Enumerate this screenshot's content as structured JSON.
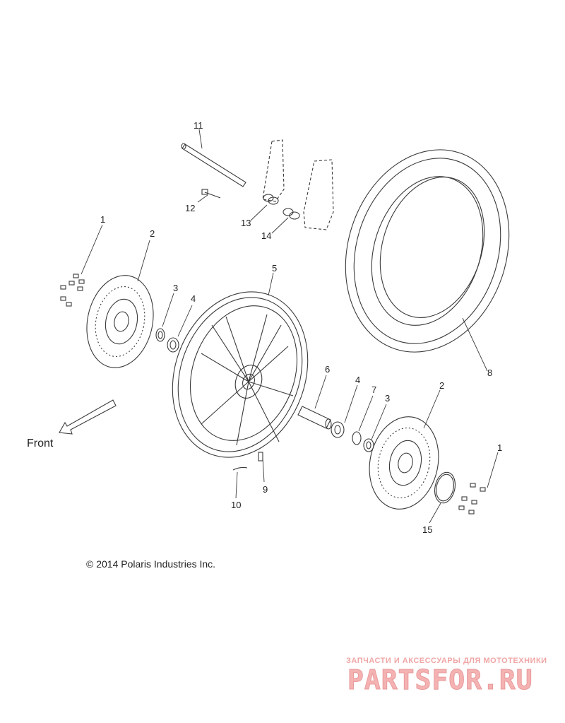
{
  "callouts": {
    "c1a": "1",
    "c2a": "2",
    "c3a": "3",
    "c4a": "4",
    "c5": "5",
    "c6": "6",
    "c4b": "4",
    "c7": "7",
    "c3b": "3",
    "c2b": "2",
    "c1b": "1",
    "c8": "8",
    "c9": "9",
    "c10": "10",
    "c11": "11",
    "c12": "12",
    "c13": "13",
    "c14": "14",
    "c15": "15"
  },
  "front_label": "Front",
  "copyright": "© 2014 Polaris Industries Inc.",
  "watermark": {
    "tagline": "ЗАПЧАСТИ И АКСЕССУАРЫ ДЛЯ МОТОТЕХНИКИ",
    "logo": "PARTSFOR.RU"
  },
  "colors": {
    "line": "#3a3a3a",
    "watermark": "#f0a6a6"
  }
}
